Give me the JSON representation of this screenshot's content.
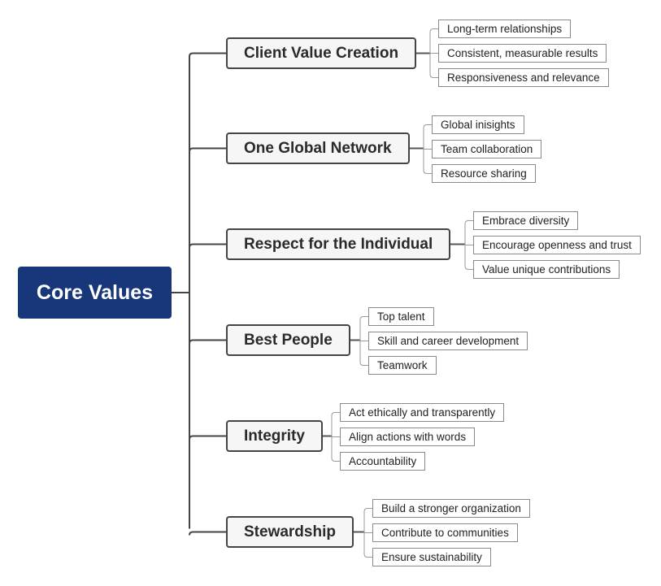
{
  "root": {
    "label": "Core Values",
    "color": "#17377a"
  },
  "branches": [
    {
      "label": "Client Value Creation",
      "leaves": [
        "Long-term relationships",
        "Consistent, measurable results",
        "Responsiveness and relevance"
      ]
    },
    {
      "label": "One Global Network",
      "leaves": [
        "Global inisights",
        "Team collaboration",
        "Resource sharing"
      ]
    },
    {
      "label": "Respect for the Individual",
      "leaves": [
        "Embrace diversity",
        "Encourage openness and trust",
        "Value unique contributions"
      ]
    },
    {
      "label": "Best People",
      "leaves": [
        "Top talent",
        "Skill and career development",
        "Teamwork"
      ]
    },
    {
      "label": "Integrity",
      "leaves": [
        "Act ethically and transparently",
        "Align actions with words",
        "Accountability"
      ]
    },
    {
      "label": "Stewardship",
      "leaves": [
        "Build a stronger organization",
        "Contribute to communities",
        "Ensure sustainability"
      ]
    }
  ]
}
